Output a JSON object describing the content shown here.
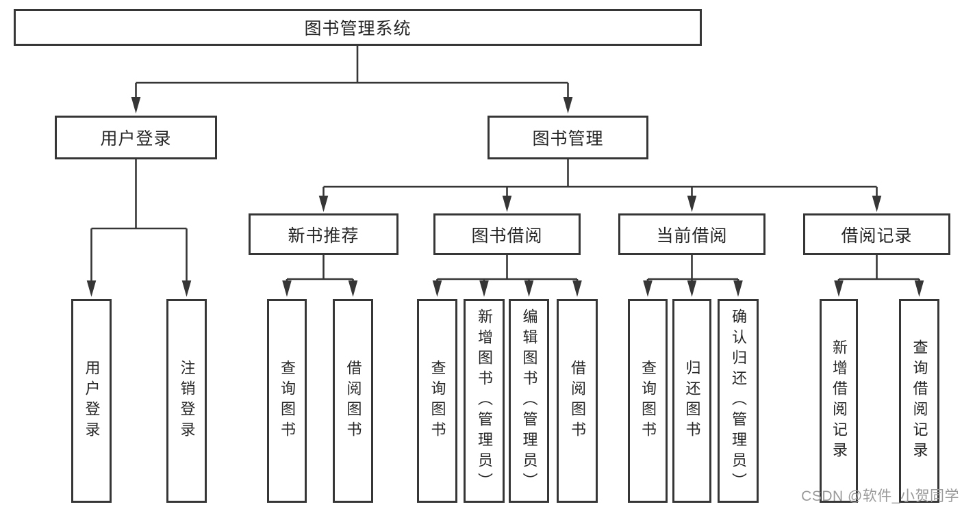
{
  "diagram_type": "hierarchy-tree",
  "tree": {
    "label": "图书管理系统",
    "children": [
      {
        "label": "用户登录",
        "children": [
          {
            "label": "用户登录"
          },
          {
            "label": "注销登录"
          }
        ]
      },
      {
        "label": "图书管理",
        "children": [
          {
            "label": "新书推荐",
            "children": [
              {
                "label": "查询图书"
              },
              {
                "label": "借阅图书"
              }
            ]
          },
          {
            "label": "图书借阅",
            "children": [
              {
                "label": "查询图书"
              },
              {
                "label": "新增图书（管理员）"
              },
              {
                "label": "编辑图书（管理员）"
              },
              {
                "label": "借阅图书"
              }
            ]
          },
          {
            "label": "当前借阅",
            "children": [
              {
                "label": "查询图书"
              },
              {
                "label": "归还图书"
              },
              {
                "label": "确认归还（管理员）"
              }
            ]
          },
          {
            "label": "借阅记录",
            "children": [
              {
                "label": "新增借阅记录"
              },
              {
                "label": "查询借阅记录"
              }
            ]
          }
        ]
      }
    ]
  },
  "watermark": {
    "text": "CSDN @软件_小贺同学",
    "color": "#9a9a9a"
  },
  "colors": {
    "background": "#ffffff",
    "box_fill": "#ffffff",
    "box_border": "#363636",
    "line": "#363636",
    "text": "#262626"
  }
}
